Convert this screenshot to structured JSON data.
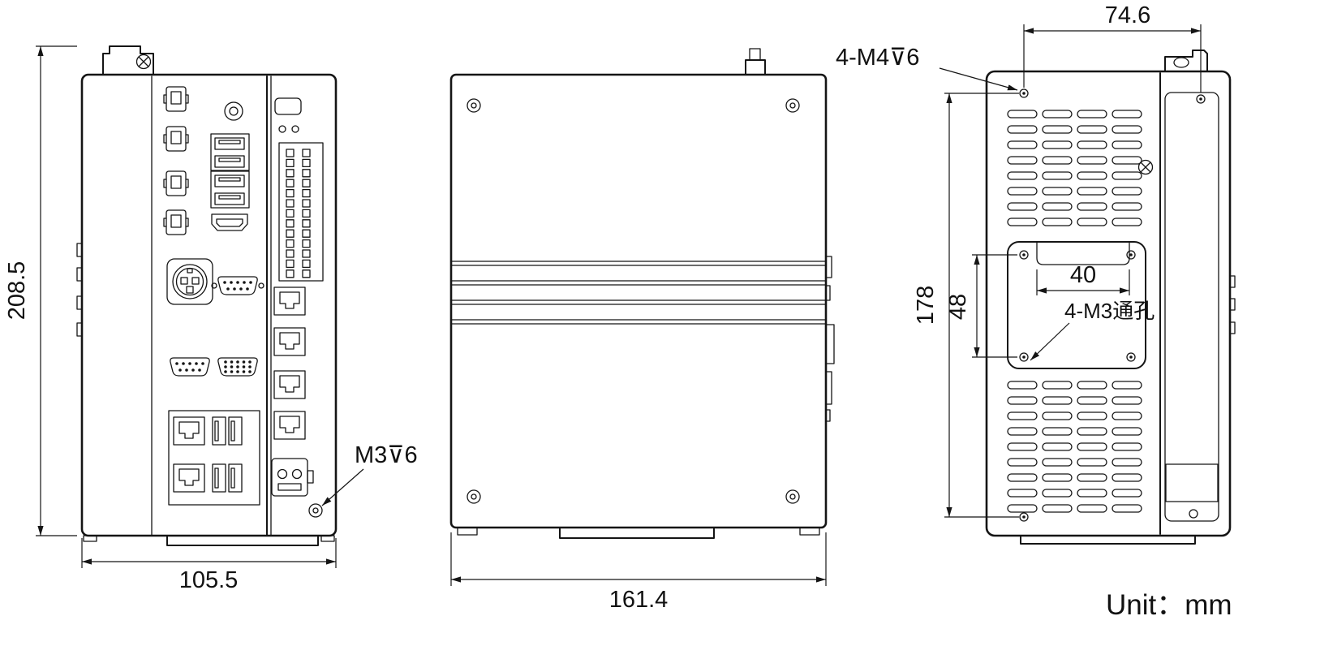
{
  "drawing": {
    "accent_color": "#151515",
    "dims": {
      "height": "208.5",
      "front_width": "105.5",
      "side_depth": "161.4",
      "back_hole_span": "74.6",
      "back_hole_height": "178",
      "plate_hole_height": "48",
      "plate_slot_width": "40"
    },
    "notes": {
      "front_screw": "M3⊽6",
      "back_screws": "4-M4⊽6",
      "plate_holes": "4-M3通孔",
      "unit": "Unit：mm"
    }
  }
}
